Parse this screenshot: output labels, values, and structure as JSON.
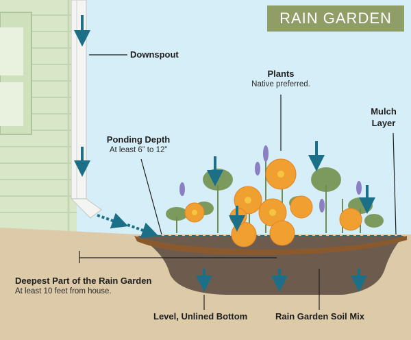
{
  "title": "RAIN GARDEN",
  "labels": {
    "downspout": "Downspout",
    "plants": "Plants",
    "plants_sub": "Native preferred.",
    "mulch_line1": "Mulch",
    "mulch_line2": "Layer",
    "ponding": "Ponding Depth",
    "ponding_sub": "At least 6” to 12”",
    "deepest": "Deepest Part of the Rain Garden",
    "deepest_sub": "At least 10 feet from house.",
    "level": "Level, Unlined Bottom",
    "soil": "Rain Garden Soil Mix"
  },
  "colors": {
    "sky": "#d6eef8",
    "house": "#d9e7c9",
    "ground": "#dccaa9",
    "basin": "#6d5c4e",
    "mulch": "#8a5a2e",
    "arrow": "#1b6f86",
    "flower": "#f0a030",
    "title_bg": "#8f9e67"
  }
}
